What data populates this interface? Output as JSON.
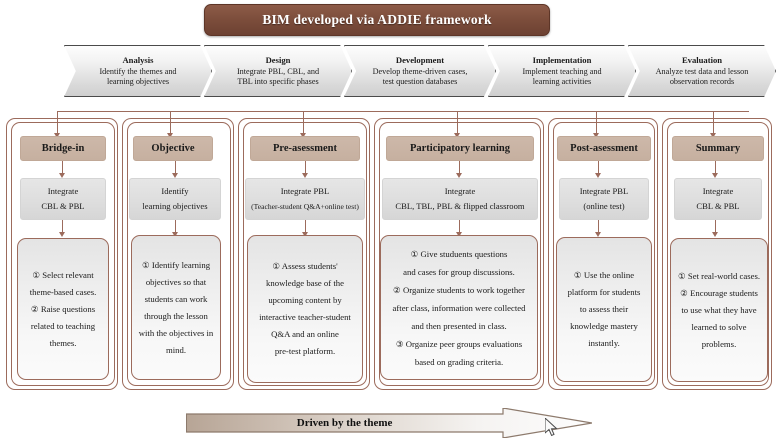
{
  "title": {
    "text": "BIM developed via ADDIE framework"
  },
  "addie": [
    {
      "name": "Analysis",
      "desc": "Identify the themes and\nlearning objectives"
    },
    {
      "name": "Design",
      "desc": "Integrate PBL, CBL, and\nTBL into specific phases"
    },
    {
      "name": "Development",
      "desc": "Develop theme-driven cases,\ntest question databases"
    },
    {
      "name": "Implementation",
      "desc": "Implement teaching and\nlearning activities"
    },
    {
      "name": "Evaluation",
      "desc": "Analyze test data and lesson\nobservation records"
    }
  ],
  "columns": [
    {
      "header": "Bridge-in",
      "mid": [
        "Integrate",
        "CBL & PBL"
      ],
      "detail": "① Select relevant\ntheme-based cases.\n② Raise questions\nrelated to teaching\nthemes."
    },
    {
      "header": "Objective",
      "mid": [
        "Identify",
        "learning objectives"
      ],
      "detail": "① Identify learning\nobjectives so that\nstudents can work\nthrough the lesson\nwith the objectives in\nmind."
    },
    {
      "header": "Pre-asessment",
      "mid": [
        "Integrate PBL",
        "(Teacher-student Q&A+online test)"
      ],
      "detail": "① Assess students'\nknowledge base of the\nupcoming content by\ninteractive teacher-student\nQ&A and an online\npre-test platform."
    },
    {
      "header": "Participatory learning",
      "mid": [
        "Integrate",
        "CBL, TBL, PBL & flipped classroom"
      ],
      "detail": "① Give studuents questions\nand cases for group discussions.\n② Organize students to work together\nafter class, information were collected\nand then presented in class.\n③ Organize peer groups evaluations\nbased on grading criteria."
    },
    {
      "header": "Post-asessment",
      "mid": [
        "Integrate PBL",
        "(online test)"
      ],
      "detail": "① Use the online\nplatform for students\nto assess their\nknowledge mastery\ninstantly."
    },
    {
      "header": "Summary",
      "mid": [
        "Integrate",
        "CBL & PBL"
      ],
      "detail": "① Set real-world cases.\n② Encourage students\nto use what they have\nlearned to solve problems."
    }
  ],
  "footer": {
    "label": "Driven by the theme"
  },
  "colors": {
    "title_banner": "#7d4e3c",
    "header_pill": "#c9b3a3",
    "connector": "#9c6b5c",
    "mid_box": "#dedede",
    "arrow_start": "#b7a596",
    "arrow_end": "#fdfdfd"
  }
}
